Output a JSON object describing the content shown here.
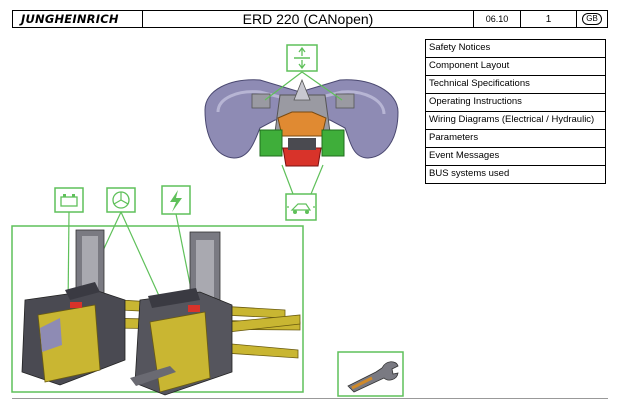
{
  "header": {
    "logo": "JUNGHEINRICH",
    "title": "ERD 220 (CANopen)",
    "date": "06.10",
    "page": "1",
    "language": "GB"
  },
  "menu": {
    "items": [
      "Safety Notices",
      "Component Layout",
      "Technical Specifications",
      "Operating Instructions",
      "Wiring Diagrams (Electrical / Hydraulic)",
      "Parameters",
      "Event Messages",
      "BUS systems used"
    ]
  },
  "colors": {
    "highlight_green": "#5fc05a",
    "truck_yellow": "#c9b632",
    "handle_purple": "#8e8bb4",
    "accent_orange": "#e08a32"
  },
  "icons": [
    "lift-lower-icon",
    "battery-icon",
    "steering-wheel-icon",
    "lightning-icon",
    "drive-icon",
    "wrench-icon"
  ]
}
